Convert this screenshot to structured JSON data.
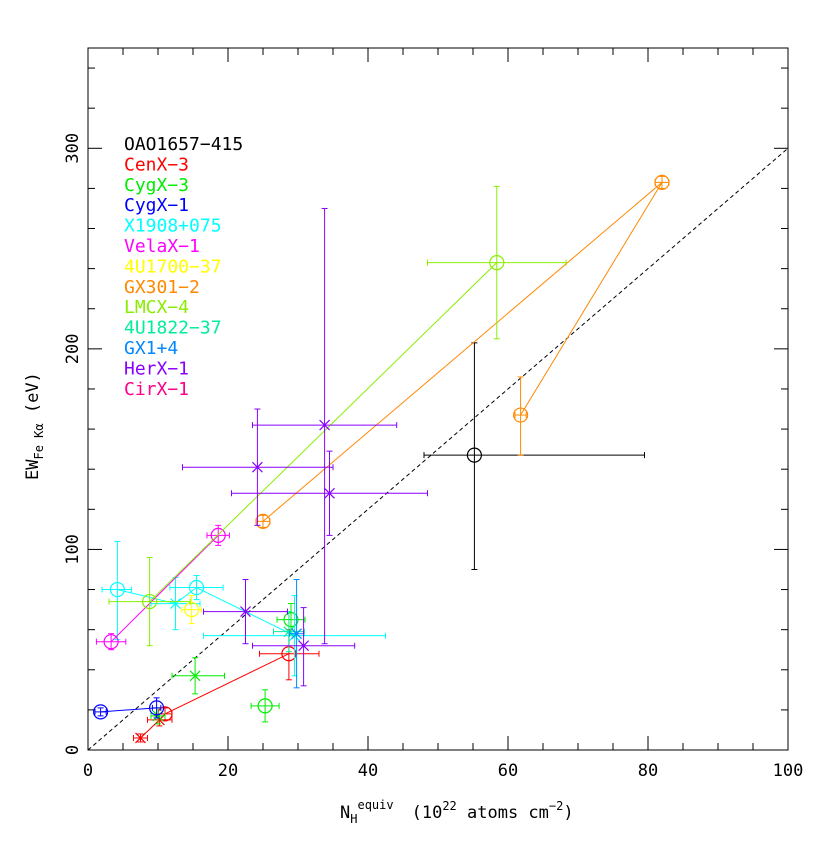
{
  "chart_data": {
    "type": "scatter",
    "xlabel": {
      "main": "N",
      "sub": "H",
      "sup": "equiv",
      "rest": "(10",
      "exp": "22",
      "rest2": " atoms cm",
      "exp2": "−2",
      "close": ")"
    },
    "ylabel": {
      "main": "EW",
      "sub": "Fe Kα",
      "rest": " (eV)"
    },
    "xlim": [
      0,
      100
    ],
    "ylim": [
      0,
      350
    ],
    "xticks": [
      0,
      20,
      40,
      60,
      80,
      100
    ],
    "yticks": [
      0,
      100,
      200,
      300
    ],
    "reference_line": {
      "x": [
        0,
        100
      ],
      "y": [
        0,
        300
      ],
      "style": "dashed",
      "color": "#000000"
    },
    "series": [
      {
        "name": "OAO1657−415",
        "color": "#000000",
        "points": [
          {
            "x": 55.2,
            "y": 147,
            "xerr": [
              48,
              79.5
            ],
            "yerr": [
              90,
              203
            ],
            "marker": "o"
          }
        ],
        "line": false
      },
      {
        "name": "CenX−3",
        "color": "#ff0000",
        "points": [
          {
            "x": 7.5,
            "y": 6,
            "xerr": [
              6.5,
              8.5
            ],
            "yerr": [
              4,
              8
            ],
            "marker": "x"
          },
          {
            "x": 10.2,
            "y": 15,
            "xerr": [
              8.5,
              12
            ],
            "yerr": [
              12,
              18
            ],
            "marker": "x"
          },
          {
            "x": 11.0,
            "y": 18,
            "xerr": [
              10,
              12
            ],
            "yerr": [
              15,
              21
            ],
            "marker": "o"
          },
          {
            "x": 28.7,
            "y": 48,
            "xerr": [
              24.5,
              33
            ],
            "yerr": [
              35,
              60
            ],
            "marker": "o"
          }
        ],
        "line": true
      },
      {
        "name": "CygX−3",
        "color": "#00ee00",
        "points": [
          {
            "x": 10.0,
            "y": 17,
            "xerr": [
              9,
              11
            ],
            "yerr": [
              13,
              21
            ],
            "marker": "x"
          },
          {
            "x": 15.3,
            "y": 37,
            "xerr": [
              12,
              19.5
            ],
            "yerr": [
              28,
              46
            ],
            "marker": "x"
          },
          {
            "x": 25.3,
            "y": 22,
            "xerr": [
              23.3,
              27.3
            ],
            "yerr": [
              14,
              30
            ],
            "marker": "o"
          },
          {
            "x": 29.0,
            "y": 65,
            "xerr": [
              27,
              31
            ],
            "yerr": [
              57,
              73
            ],
            "marker": "o"
          }
        ],
        "line": false
      },
      {
        "name": "CygX−1",
        "color": "#0000ff",
        "points": [
          {
            "x": 1.8,
            "y": 19,
            "xerr": [
              1,
              2.6
            ],
            "yerr": [
              17,
              21
            ],
            "marker": "o"
          },
          {
            "x": 9.8,
            "y": 21,
            "xerr": [
              9.2,
              10.4
            ],
            "yerr": [
              16,
              26
            ],
            "marker": "o"
          }
        ],
        "line": true
      },
      {
        "name": "X1908+075",
        "color": "#00ffff",
        "points": [
          {
            "x": 4.2,
            "y": 80,
            "xerr": [
              2,
              6.2
            ],
            "yerr": [
              55,
              104
            ],
            "marker": "o"
          },
          {
            "x": 12.5,
            "y": 73,
            "xerr": [
              9,
              16
            ],
            "yerr": [
              60,
              86
            ],
            "marker": "x"
          },
          {
            "x": 15.5,
            "y": 81,
            "xerr": [
              11.7,
              19.3
            ],
            "yerr": [
              75,
              87
            ],
            "marker": "o"
          },
          {
            "x": 29.5,
            "y": 57,
            "xerr": [
              16.5,
              42.5
            ],
            "yerr": [
              37,
              77
            ],
            "marker": "x"
          }
        ],
        "line": true
      },
      {
        "name": "VelaX−1",
        "color": "#ff00ff",
        "points": [
          {
            "x": 3.3,
            "y": 54,
            "xerr": [
              1.2,
              5.4
            ],
            "yerr": [
              50,
              58
            ],
            "marker": "o"
          },
          {
            "x": 18.6,
            "y": 107,
            "xerr": [
              17,
              20.2
            ],
            "yerr": [
              102,
              112
            ],
            "marker": "o"
          }
        ],
        "line": true
      },
      {
        "name": "4U1700−37",
        "color": "#ffff00",
        "points": [
          {
            "x": 14.8,
            "y": 70,
            "xerr": [
              13.4,
              16.2
            ],
            "yerr": [
              63,
              77
            ],
            "marker": "o"
          }
        ],
        "line": false
      },
      {
        "name": "GX301−2",
        "color": "#ff8800",
        "points": [
          {
            "x": 25.0,
            "y": 114,
            "xerr": [
              24,
              26
            ],
            "yerr": [
              111,
              117
            ],
            "marker": "o"
          },
          {
            "x": 82.0,
            "y": 283,
            "xerr": [
              81,
              83
            ],
            "yerr": [
              280,
              286
            ],
            "marker": "o"
          },
          {
            "x": 61.8,
            "y": 167,
            "xerr": [
              61,
              62.6
            ],
            "yerr": [
              147,
              186
            ],
            "marker": "o"
          }
        ],
        "line": true
      },
      {
        "name": "LMCX−4",
        "color": "#88ee00",
        "points": [
          {
            "x": 8.8,
            "y": 74,
            "xerr": [
              3,
              14.6
            ],
            "yerr": [
              52,
              96
            ],
            "marker": "o"
          },
          {
            "x": 58.4,
            "y": 243,
            "xerr": [
              48.5,
              68.3
            ],
            "yerr": [
              205,
              281
            ],
            "marker": "o"
          }
        ],
        "line": true
      },
      {
        "name": "4U1822−37",
        "color": "#00ee99",
        "points": [
          {
            "x": 28.7,
            "y": 59,
            "xerr": [
              26.5,
              30.9
            ],
            "yerr": [
              49,
              69
            ],
            "marker": "x"
          }
        ],
        "line": false
      },
      {
        "name": "GX1+4",
        "color": "#0088ff",
        "points": [
          {
            "x": 29.8,
            "y": 58,
            "xerr": [
              28.8,
              30.8
            ],
            "yerr": [
              31,
              85
            ],
            "marker": "x"
          }
        ],
        "line": false
      },
      {
        "name": "HerX−1",
        "color": "#8800ff",
        "points": [
          {
            "x": 22.5,
            "y": 69,
            "xerr": [
              16.5,
              28.5
            ],
            "yerr": [
              53,
              85
            ],
            "marker": "x"
          },
          {
            "x": 24.2,
            "y": 141,
            "xerr": [
              13.5,
              35
            ],
            "yerr": [
              112,
              170
            ],
            "marker": "x"
          },
          {
            "x": 33.8,
            "y": 162,
            "xerr": [
              23.5,
              44.1
            ],
            "yerr": [
              53,
              270
            ],
            "marker": "x"
          },
          {
            "x": 34.5,
            "y": 128,
            "xerr": [
              20.5,
              48.5
            ],
            "yerr": [
              107,
              149
            ],
            "marker": "x"
          },
          {
            "x": 30.8,
            "y": 52,
            "xerr": [
              23.5,
              38.1
            ],
            "yerr": [
              32,
              71
            ],
            "marker": "x"
          }
        ],
        "line": false
      },
      {
        "name": "CirX−1",
        "color": "#ff0088",
        "points": [],
        "line": false
      }
    ],
    "legend_placement": "top-left"
  }
}
